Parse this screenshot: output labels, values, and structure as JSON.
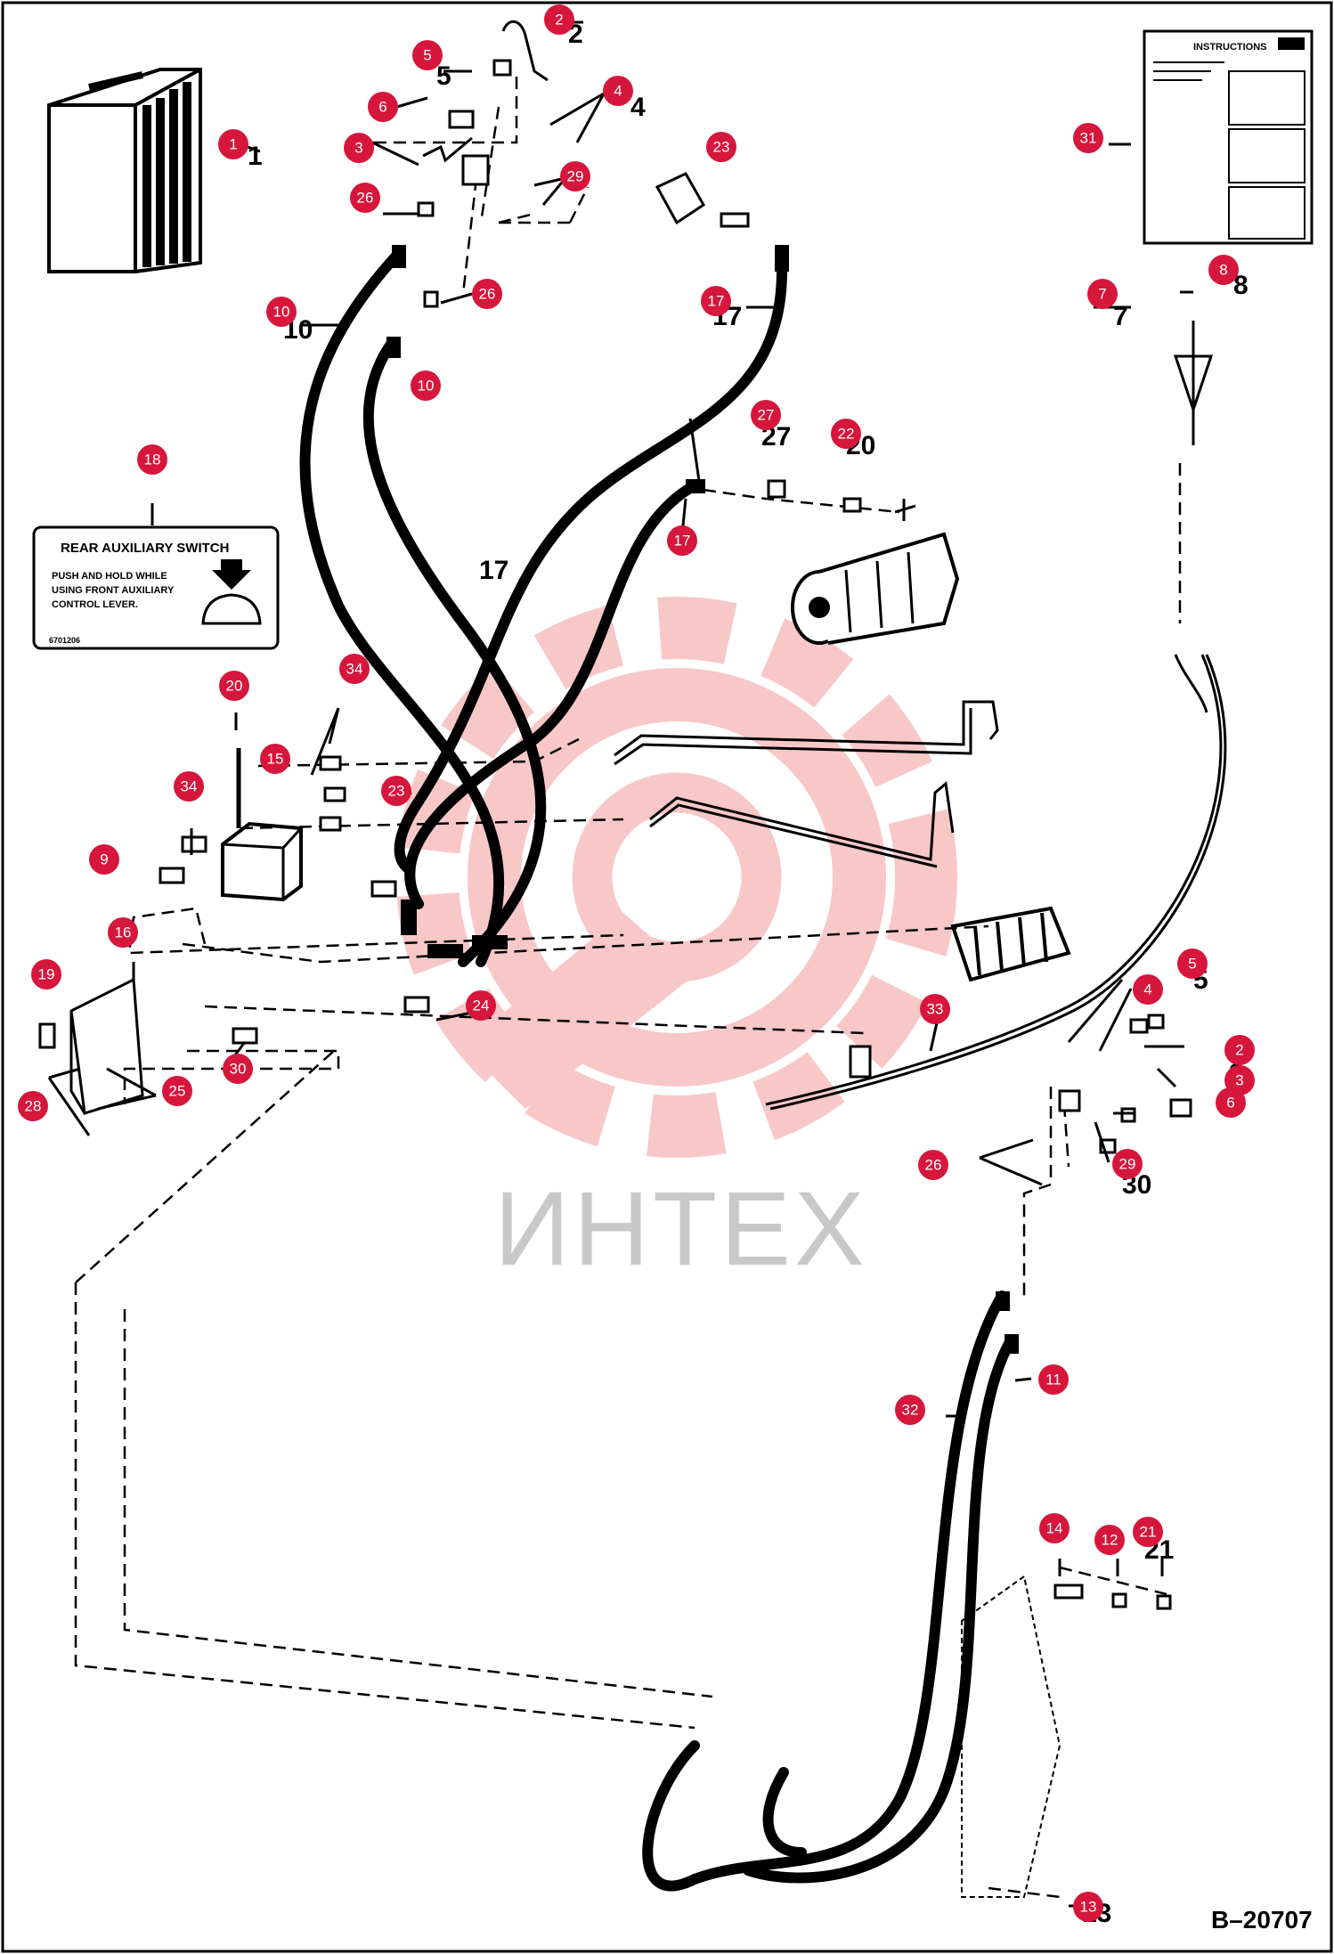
{
  "document_code": "B–20707",
  "watermark": "ИНТЕХ",
  "decal": {
    "title": "REAR AUXILIARY SWITCH",
    "lines": [
      "PUSH AND HOLD WHILE",
      "USING FRONT AUXILIARY",
      "CONTROL LEVER."
    ],
    "code": "6701206"
  },
  "instructions_sheet": {
    "header": "INSTRUCTIONS"
  },
  "callout_color": "#d6163b",
  "callouts": [
    "1",
    "2",
    "3",
    "4",
    "5",
    "6",
    "7",
    "8",
    "9",
    "10",
    "10",
    "11",
    "12",
    "13",
    "14",
    "15",
    "16",
    "17",
    "17",
    "18",
    "19",
    "20",
    "21",
    "22",
    "23",
    "23",
    "24",
    "25",
    "26",
    "26",
    "26",
    "27",
    "28",
    "29",
    "29",
    "30",
    "31",
    "32",
    "33",
    "34",
    "34",
    "2",
    "3",
    "4",
    "5",
    "6"
  ]
}
